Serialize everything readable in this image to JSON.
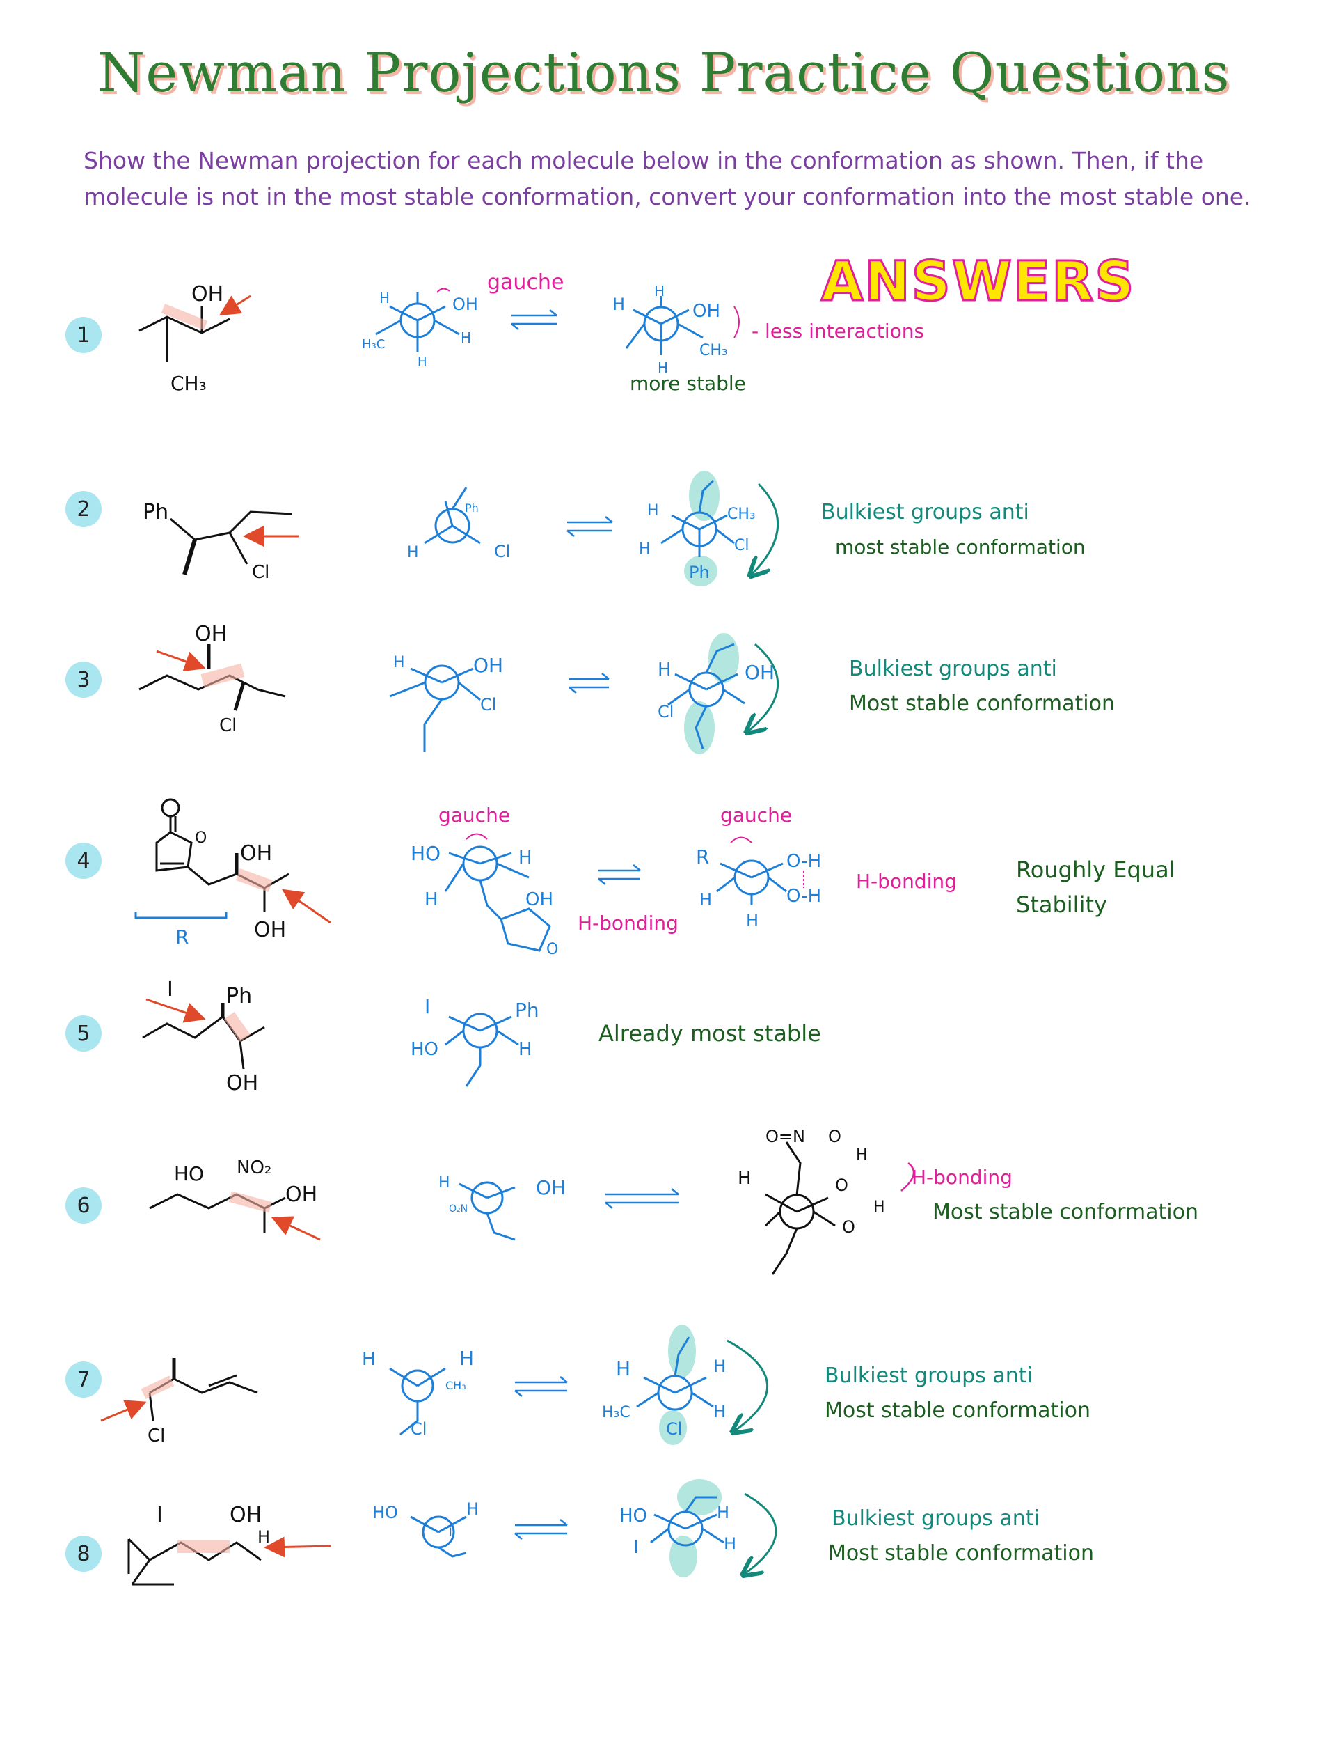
{
  "title": "Newman Projections Practice Questions",
  "instructions": "Show the Newman projection for each molecule below in the conformation as shown. Then, if the molecule is not in the most stable conformation, convert your conformation into the most stable one.",
  "answers_label": "ANSWERS",
  "problems": [
    {
      "number": "1",
      "notes": [
        "- less interactions"
      ],
      "gauche": "gauche",
      "extra": "more stable"
    },
    {
      "number": "2",
      "notes": [
        "Bulkiest groups anti",
        "most stable conformation"
      ]
    },
    {
      "number": "3",
      "notes": [
        "Bulkiest groups anti",
        "Most stable conformation"
      ]
    },
    {
      "number": "4",
      "notes": [
        "Roughly Equal",
        "Stability"
      ],
      "gauche": "gauche",
      "hbond": "H-bonding",
      "rlabel": "R"
    },
    {
      "number": "5",
      "notes": [
        "Already most stable"
      ]
    },
    {
      "number": "6",
      "notes": [
        "H-bonding",
        "Most stable conformation"
      ]
    },
    {
      "number": "7",
      "notes": [
        "Bulkiest groups anti",
        "Most stable conformation"
      ]
    },
    {
      "number": "8",
      "notes": [
        "Bulkiest groups anti",
        "Most stable conformation"
      ]
    }
  ],
  "colors": {
    "title": "#2e7d32",
    "instructions": "#7b3fa1",
    "newman": "#1e7fd8",
    "annotation": "#e0209b",
    "arrow": "#e04a2a",
    "highlight": "#f6b3a3",
    "teal": "#7fd6c9"
  }
}
